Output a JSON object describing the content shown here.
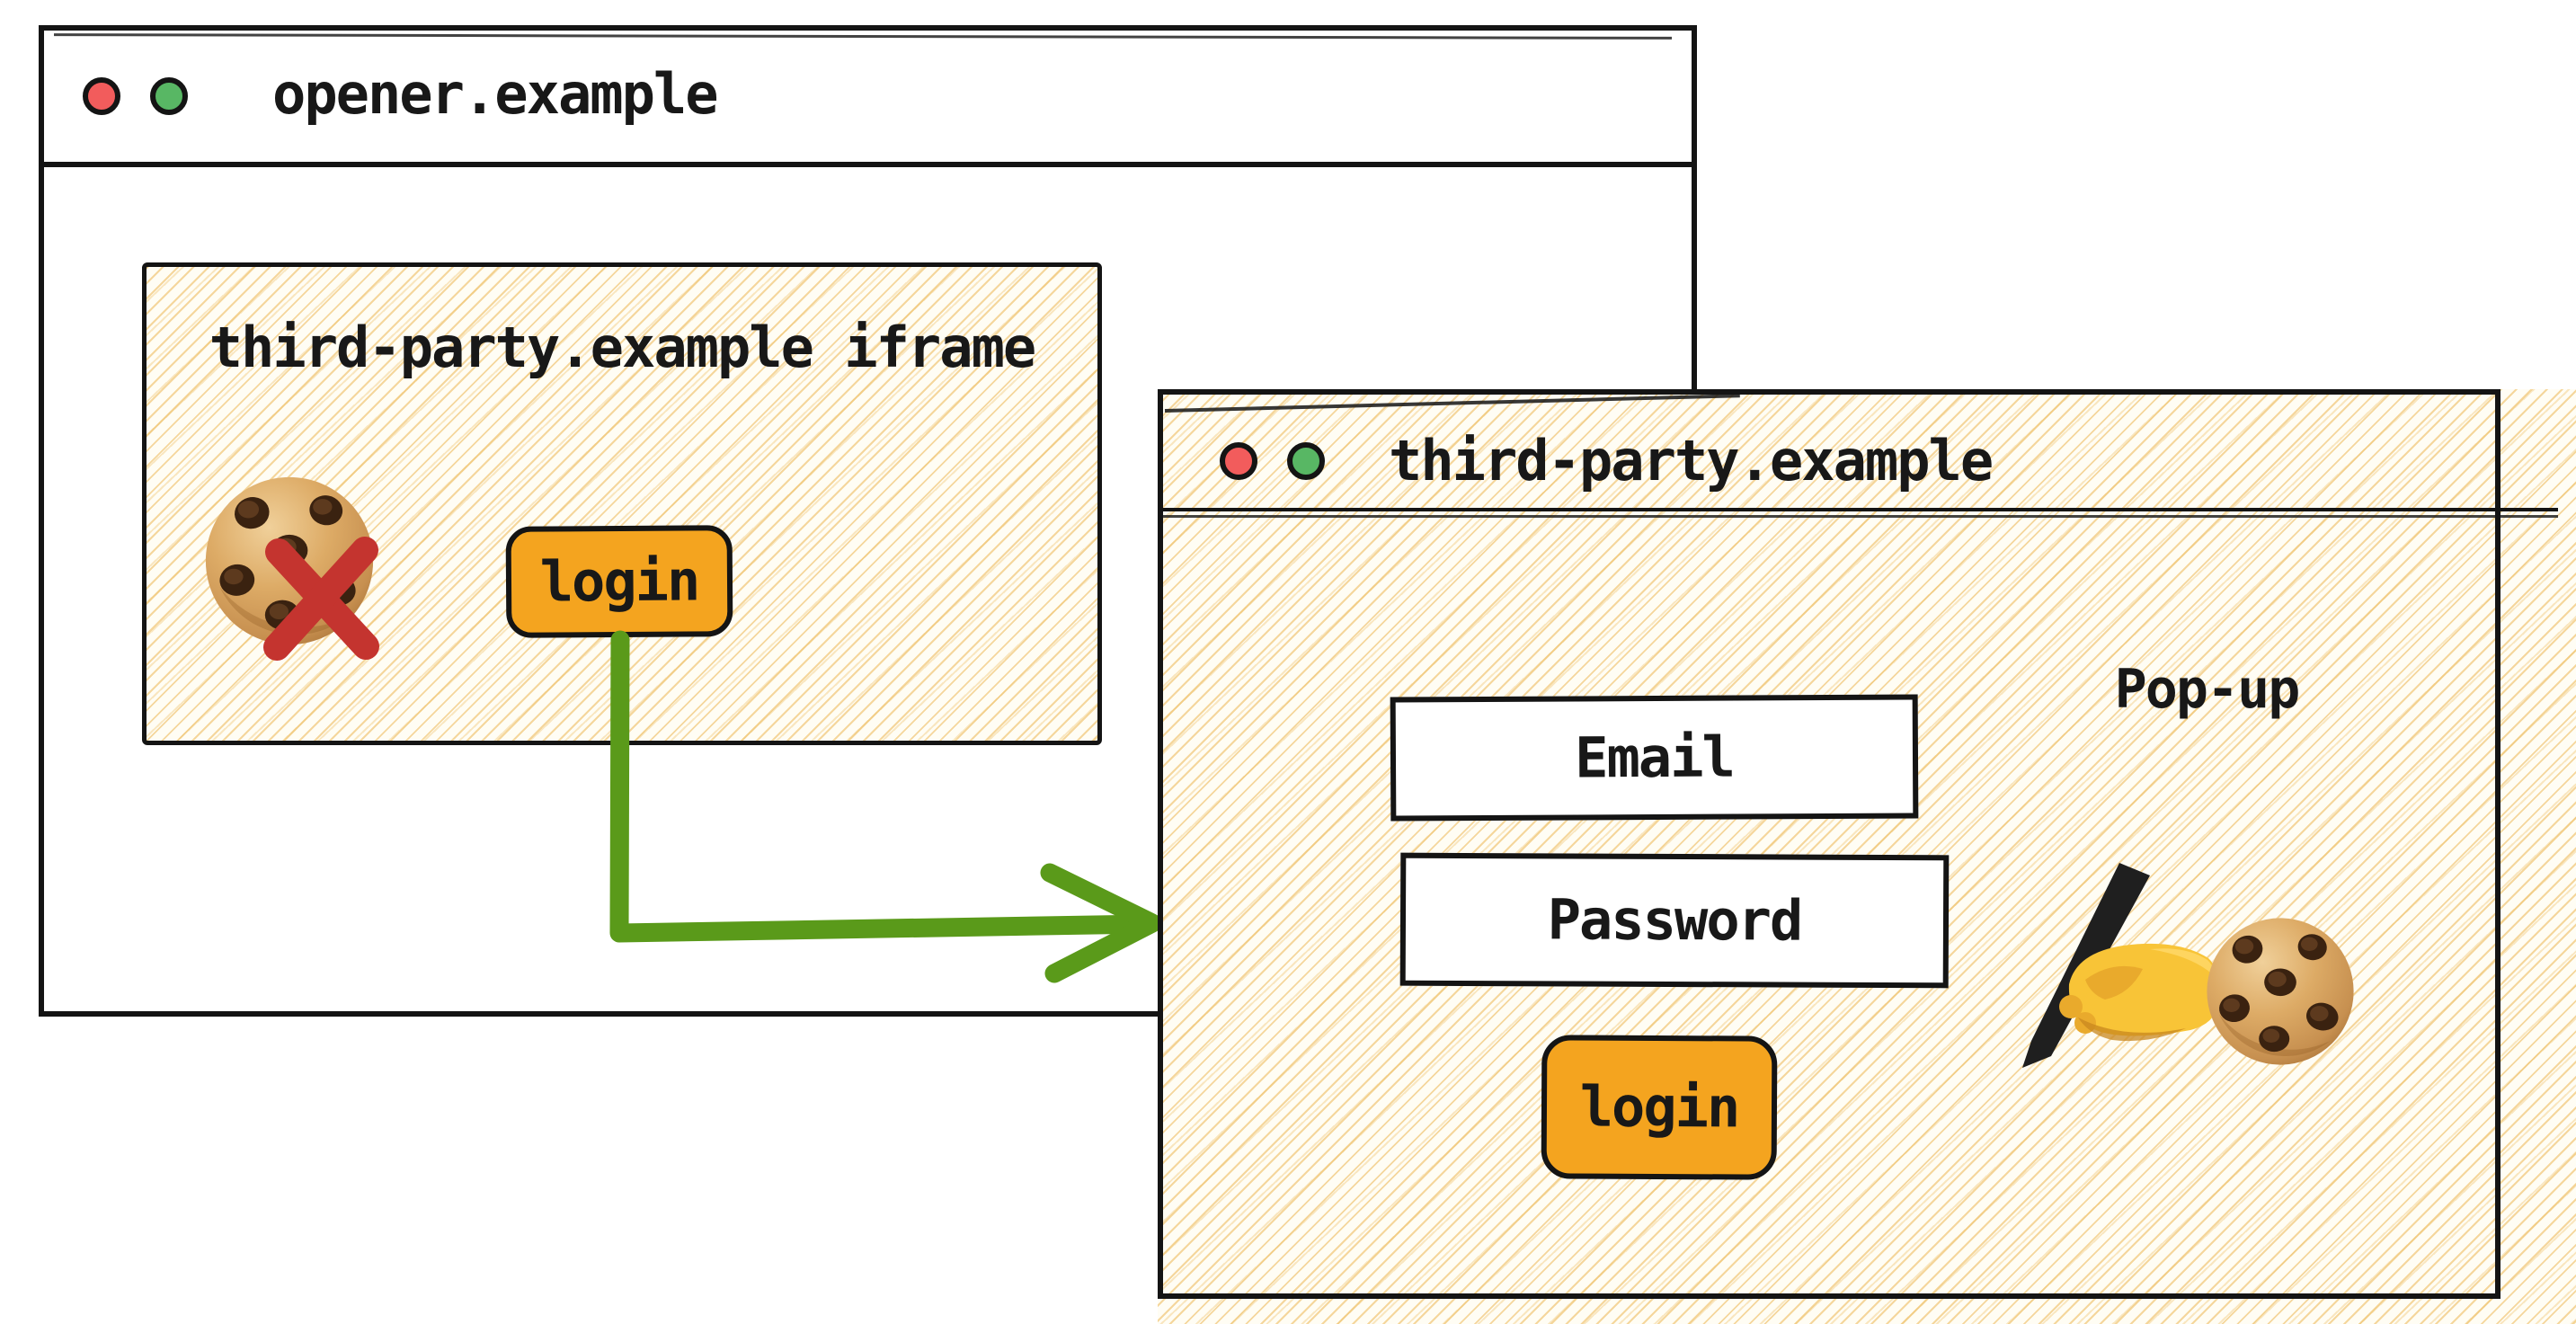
{
  "colors": {
    "stroke": "#141414",
    "accent_orange": "#f4a41f",
    "arrow_green": "#5a9a1a",
    "blocked_x_red": "#c4342f",
    "traffic_light_red": "#f25c5c",
    "traffic_light_green": "#58b764",
    "hatch_line": "#eebd62",
    "hatch_background": "#fffdf4"
  },
  "opener_window": {
    "title": "opener.example",
    "iframe": {
      "heading": "third-party.example iframe",
      "login_button_label": "login",
      "cookie_blocked": true
    }
  },
  "popup_window": {
    "title": "third-party.example",
    "corner_label": "Pop-up",
    "fields": [
      {
        "label": "Email"
      },
      {
        "label": "Password"
      }
    ],
    "login_button_label": "login"
  }
}
